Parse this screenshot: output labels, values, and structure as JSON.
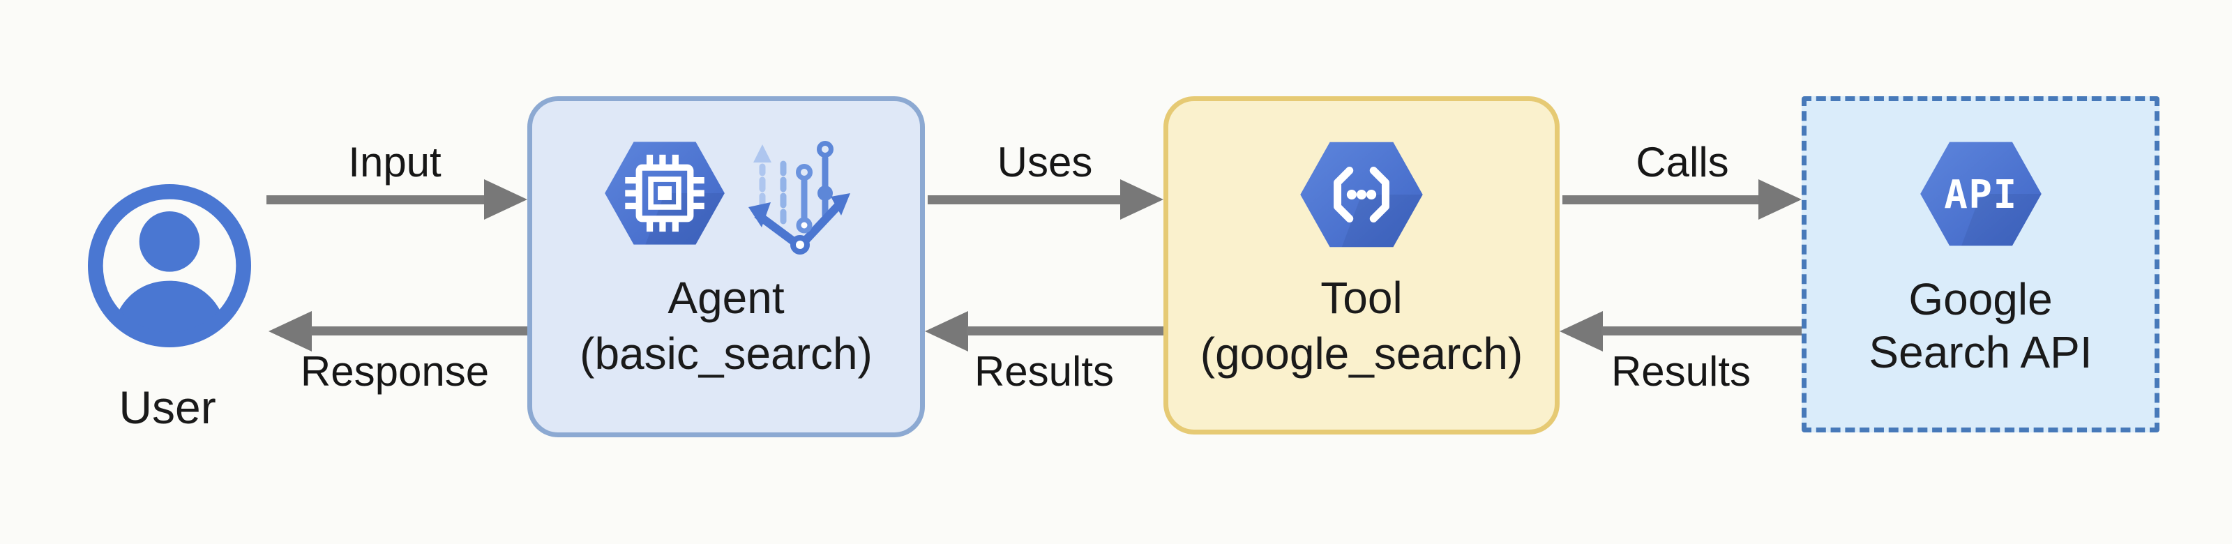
{
  "diagram": {
    "description": "Agent architecture flow diagram: User to Agent to Tool to Google Search API"
  },
  "nodes": {
    "user": {
      "label": "User"
    },
    "agent": {
      "title": "Agent",
      "subtitle": "(basic_search)"
    },
    "tool": {
      "title": "Tool",
      "subtitle": "(google_search)"
    },
    "api": {
      "title": "Google",
      "subtitle": "Search API",
      "badge": "API"
    }
  },
  "edges": {
    "input": {
      "label": "Input",
      "from": "user",
      "to": "agent",
      "direction": "forward"
    },
    "response": {
      "label": "Response",
      "from": "agent",
      "to": "user",
      "direction": "backward"
    },
    "uses": {
      "label": "Uses",
      "from": "agent",
      "to": "tool",
      "direction": "forward"
    },
    "results_tool_to_agent": {
      "label": "Results",
      "from": "tool",
      "to": "agent",
      "direction": "backward"
    },
    "calls": {
      "label": "Calls",
      "from": "tool",
      "to": "api",
      "direction": "forward"
    },
    "results_api_to_tool": {
      "label": "Results",
      "from": "api",
      "to": "tool",
      "direction": "backward"
    }
  },
  "icons": {
    "user": "user-avatar-icon",
    "agent_primary": "cpu-chip-hexagon-icon",
    "agent_secondary": "branching-workflow-icon",
    "tool": "code-brackets-hexagon-icon",
    "api": "api-hexagon-icon"
  },
  "colors": {
    "icon_blue": "#4a77d2",
    "hexagon_blue_light": "#5d85dc",
    "hexagon_blue_dark": "#4066c6",
    "agent_box_fill": "#dfe8f7",
    "agent_box_border": "#8ca9d2",
    "tool_box_fill": "#faf1cd",
    "tool_box_border": "#e6ca74",
    "api_box_fill": "#daecfa",
    "api_box_border": "#4779b9",
    "arrow_gray": "#7c7c7c",
    "text_black": "#1a1a1a",
    "background": "#fbfbf8"
  }
}
